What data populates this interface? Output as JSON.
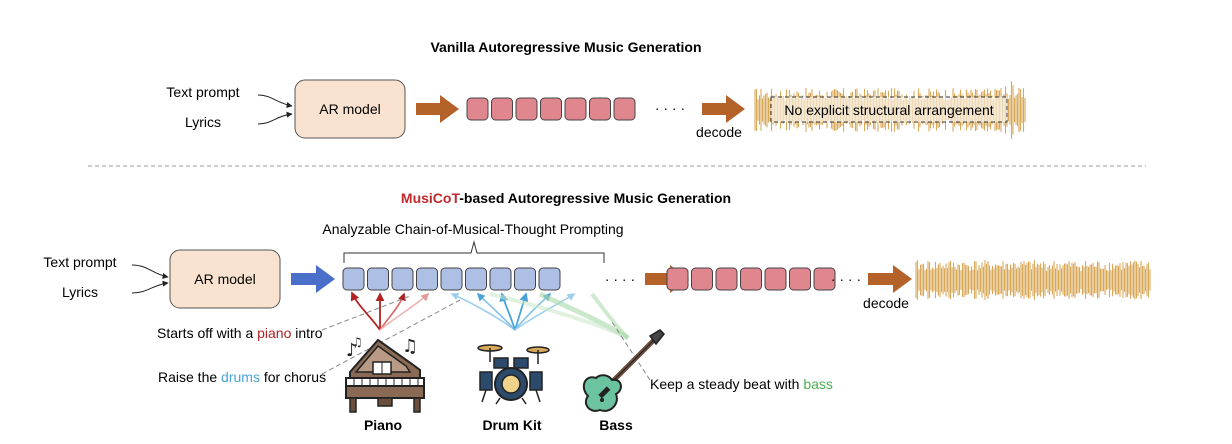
{
  "top": {
    "title": "Vanilla Autoregressive Music Generation",
    "inputs": [
      "Text prompt",
      "Lyrics"
    ],
    "model_label": "AR model",
    "token_count": 7,
    "ellipsis": "· · · ·",
    "decode_label": "decode",
    "waveform_caption": "No explicit structural arrangement"
  },
  "bottom": {
    "title_highlight": "MusiCoT",
    "title_rest": "-based Autoregressive Music Generation",
    "brace_label": "Analyzable Chain-of-Musical-Thought Prompting",
    "inputs": [
      "Text prompt",
      "Lyrics"
    ],
    "model_label": "AR model",
    "cot_token_count": 9,
    "audio_token_count": 7,
    "ellipsis": "· · · ·",
    "decode_label": "decode",
    "annotations": [
      {
        "before": "Starts off with a ",
        "highlight": "piano",
        "after": " intro",
        "color": "#b22222"
      },
      {
        "before": "Raise the ",
        "highlight": "drums",
        "after": " for chorus",
        "color": "#4aa3d8"
      },
      {
        "before": "Keep a steady beat with ",
        "highlight": "bass",
        "after": "",
        "color": "#4caf50"
      }
    ],
    "instruments": [
      "Piano",
      "Drum Kit",
      "Bass"
    ]
  },
  "colors": {
    "model_fill": "#f9e3d0",
    "token_red": "#e0868f",
    "token_blue": "#aebfe6",
    "arrow_brown": "#b4622a",
    "arrow_blue": "#4a6fc9",
    "wave_gold": "#d9a95a",
    "musicot_red": "#c0282d"
  }
}
